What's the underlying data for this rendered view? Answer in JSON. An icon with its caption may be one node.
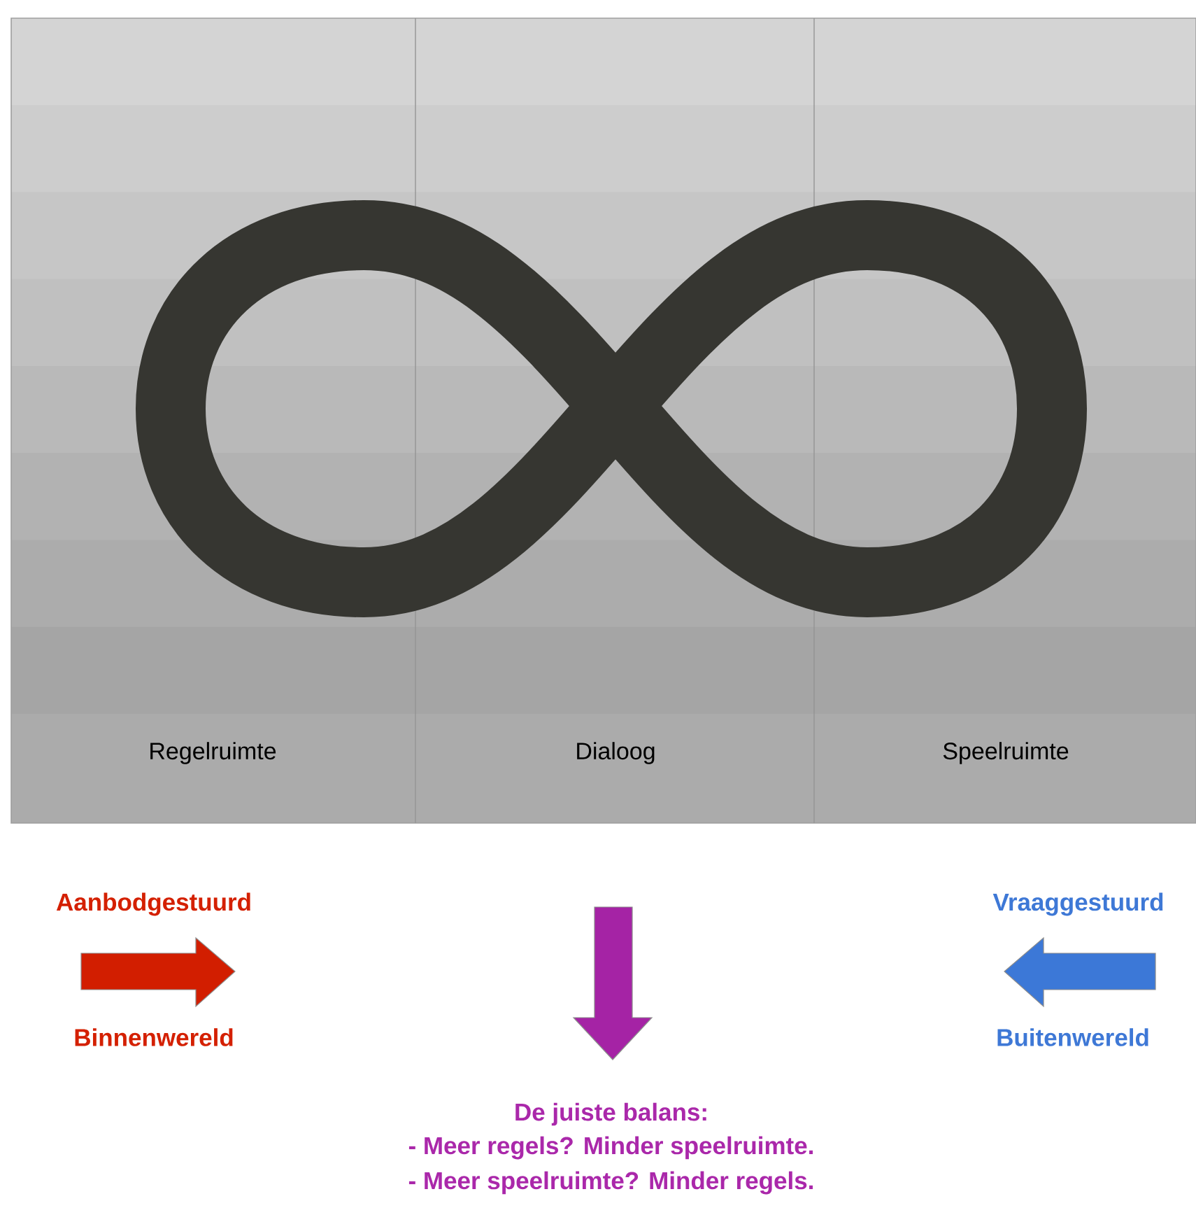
{
  "diagram": {
    "nodes": [
      {
        "text": [
          "Regelruimte"
        ]
      },
      {
        "text": [
          "Dialoog"
        ]
      },
      {
        "text": [
          "Speelruimte"
        ]
      }
    ],
    "labels": [
      "Aanbodgestuurd",
      "Vraaggestuurd",
      "Binnenwereld",
      "Buitenwereld",
      "De juiste balans:",
      "- Meer regels? Minder speelruimte.",
      "- Meer speelruimte? Minder regels."
    ]
  }
}
